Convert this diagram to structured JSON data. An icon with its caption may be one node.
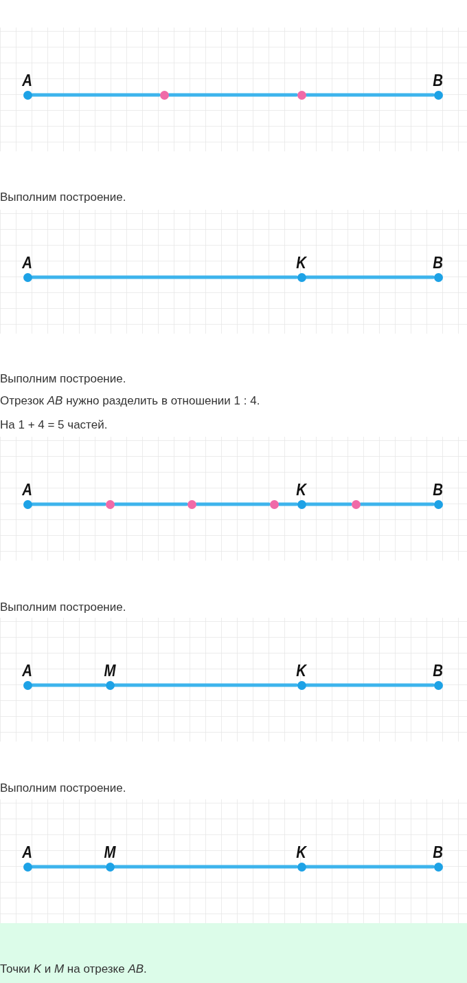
{
  "diagram": {
    "nodes": [
      {
        "text": [
          "A"
        ]
      },
      {
        "text": [],
        "shape": "circle"
      },
      {
        "text": [],
        "shape": "circle"
      },
      {
        "text": [
          "B"
        ]
      },
      {
        "text": [
          "A"
        ]
      },
      {
        "text": [
          "K"
        ]
      },
      {
        "text": [
          "B"
        ]
      },
      {
        "text": [
          "A"
        ]
      },
      {
        "text": [],
        "shape": "circle"
      },
      {
        "text": [],
        "shape": "circle"
      },
      {
        "text": [],
        "shape": "circle"
      },
      {
        "text": [
          "K"
        ]
      },
      {
        "text": [],
        "shape": "circle"
      },
      {
        "text": [
          "B"
        ]
      },
      {
        "text": [
          "A"
        ]
      },
      {
        "text": [
          "M"
        ]
      },
      {
        "text": [
          "K"
        ]
      },
      {
        "text": [
          "B"
        ]
      },
      {
        "text": [
          "A"
        ]
      },
      {
        "text": [
          "M"
        ]
      },
      {
        "text": [
          "K"
        ]
      },
      {
        "text": [
          "B"
        ]
      }
    ],
    "edges": [
      {
        "from": 0,
        "to": 1,
        "arrow": "none"
      },
      {
        "from": 1,
        "to": 2,
        "arrow": "none"
      },
      {
        "from": 2,
        "to": 3,
        "arrow": "none"
      },
      {
        "from": 4,
        "to": 5,
        "arrow": "none"
      },
      {
        "from": 5,
        "to": 6,
        "arrow": "none"
      },
      {
        "from": 7,
        "to": 8,
        "arrow": "none"
      },
      {
        "from": 8,
        "to": 9,
        "arrow": "none"
      },
      {
        "from": 9,
        "to": 10,
        "arrow": "none"
      },
      {
        "from": 10,
        "to": 11,
        "arrow": "none"
      },
      {
        "from": 11,
        "to": 12,
        "arrow": "none"
      },
      {
        "from": 12,
        "to": 13,
        "arrow": "none"
      },
      {
        "from": 14,
        "to": 15,
        "arrow": "none"
      },
      {
        "from": 15,
        "to": 16,
        "arrow": "none"
      },
      {
        "from": 16,
        "to": 17,
        "arrow": "none"
      },
      {
        "from": 18,
        "to": 19,
        "arrow": "none"
      },
      {
        "from": 19,
        "to": 20,
        "arrow": "none"
      },
      {
        "from": 20,
        "to": 21,
        "arrow": "none"
      }
    ],
    "labels": [
      "Выполним построение.",
      "Выполним построение.",
      "Отрезок *AB* нужно разделить в отношении 1 : 4.",
      "На 1 + 4 = 5 частей.",
      "Выполним построение.",
      "Выполним построение.",
      "Точки *K* и *M* на отрезке *AB*."
    ]
  }
}
